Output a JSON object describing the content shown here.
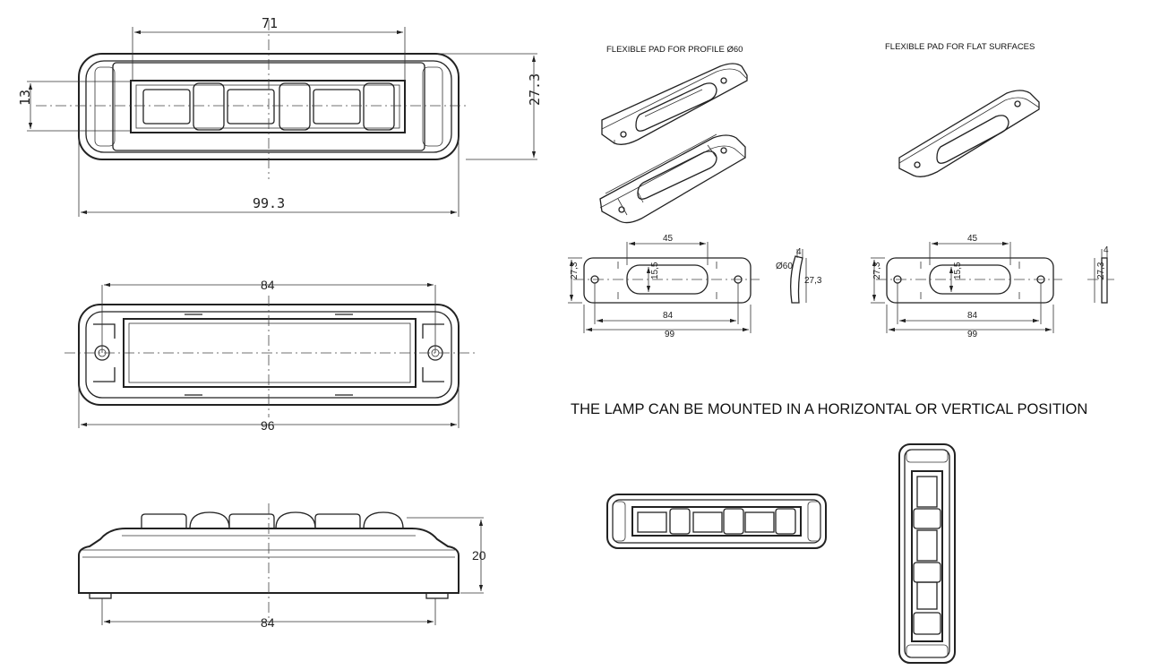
{
  "dims_top": {
    "width_71": "71",
    "height_13": "13",
    "height_27": "27.3",
    "length_99": "99.3"
  },
  "dims_mid": {
    "top_84": "84",
    "bottom_96": "96"
  },
  "dims_side": {
    "height_20": "20",
    "bottom_84": "84"
  },
  "pads": {
    "profile_title": "FLEXIBLE PAD FOR PROFILE Ø60",
    "flat_title": "FLEXIBLE PAD FOR FLAT SURFACES",
    "p_45": "45",
    "p_15": "15,5",
    "p_27": "27,3",
    "p_84": "84",
    "p_99": "99",
    "p_dia": "Ø60",
    "p_side_27": "27,3",
    "f_45": "45",
    "f_15": "15,5",
    "f_27": "27,3",
    "f_84": "84",
    "f_99": "99",
    "f_side_4": "4",
    "f_side_27": "27,3",
    "p_side_4": "4"
  },
  "mounting_note": "THE LAMP CAN BE MOUNTED IN A HORIZONTAL OR VERTICAL POSITION"
}
